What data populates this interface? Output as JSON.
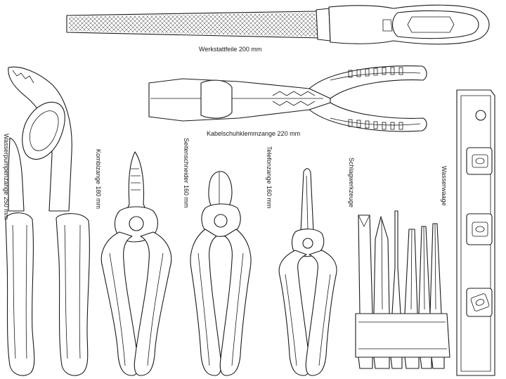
{
  "labels": {
    "file": "Werkstattfeile 200 mm",
    "crimper": "Kabelschuhklemmzange 220 mm",
    "water_pump_pliers": "Wasserpumpenzange 250 mm",
    "combination_pliers": "Kombizange 180 mm",
    "side_cutter": "Seitenschneider 160 mm",
    "telephone_pliers": "Telefonzange 160 mm",
    "impact_tools": "Schlagwerkzeuge",
    "spirit_level": "Wasserwaage"
  },
  "colors": {
    "line": "#1a1a1a",
    "background": "#ffffff"
  }
}
